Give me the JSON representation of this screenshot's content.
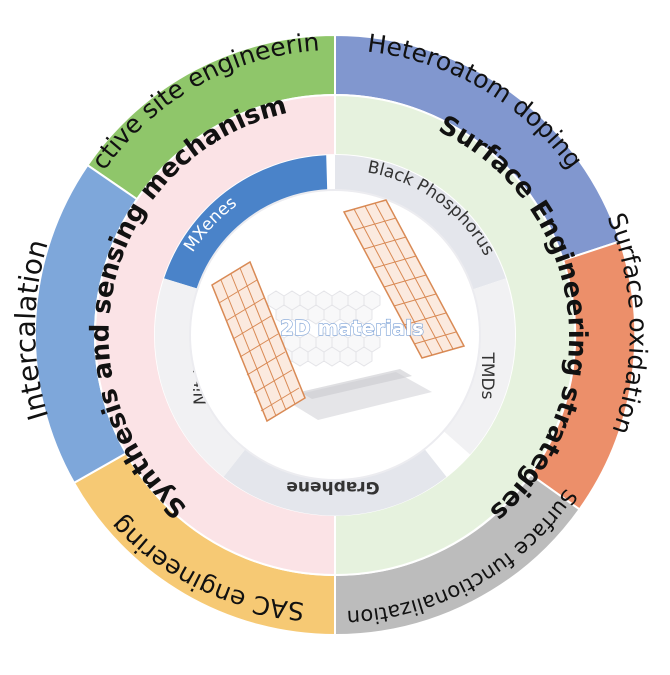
{
  "diagram": {
    "outer_ring": [
      {
        "label": "Active site engineering",
        "color": "#8fc66a"
      },
      {
        "label": "Heteroatom doping",
        "color": "#8197cf"
      },
      {
        "label": "Surface oxidation",
        "color": "#ec8f6a"
      },
      {
        "label": "Surface functionalization",
        "color": "#bcbcbc"
      },
      {
        "label": "SAC engineering",
        "color": "#f6c974"
      },
      {
        "label": "Intercalation",
        "color": "#7ea7da"
      }
    ],
    "middle_ring": [
      {
        "label": "Synthesis and sensing mechanism",
        "color": "#fbe3e6"
      },
      {
        "label": "Surface Engineering strategies",
        "color": "#e6f2de"
      }
    ],
    "inner_ring": [
      {
        "label": "MXenes",
        "color": "#4a83c9"
      },
      {
        "label": "Black Phosphorus",
        "color": "#e4e6ec"
      },
      {
        "label": "TMDs",
        "color": "#f1f1f3"
      },
      {
        "label": "Graphene",
        "color": "#e4e6ec"
      },
      {
        "label": "Nitrides",
        "color": "#f1f1f3"
      }
    ],
    "center": {
      "label": "2D materials"
    }
  }
}
